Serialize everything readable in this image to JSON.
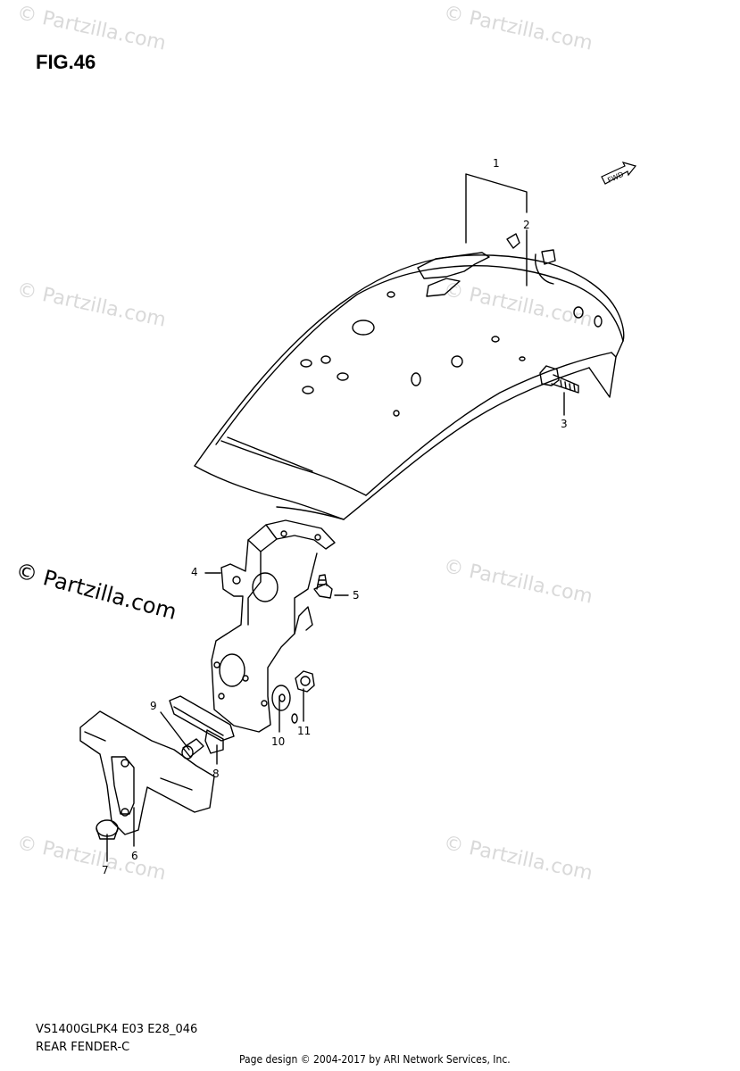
{
  "figure": {
    "title": "FIG.46"
  },
  "watermarks": {
    "main": "© Partzilla.com",
    "faint": "© Partzilla.com"
  },
  "fwd_label": "FWD",
  "callouts": [
    {
      "num": "1"
    },
    {
      "num": "2"
    },
    {
      "num": "3"
    },
    {
      "num": "4"
    },
    {
      "num": "5"
    },
    {
      "num": "6"
    },
    {
      "num": "7"
    },
    {
      "num": "8"
    },
    {
      "num": "9"
    },
    {
      "num": "10"
    },
    {
      "num": "11"
    }
  ],
  "footer": {
    "model_code": "VS1400GLPK4 E03 E28_046",
    "section_name": "REAR FENDER-C",
    "credit": "Page design © 2004-2017 by ARI Network Services, Inc."
  }
}
